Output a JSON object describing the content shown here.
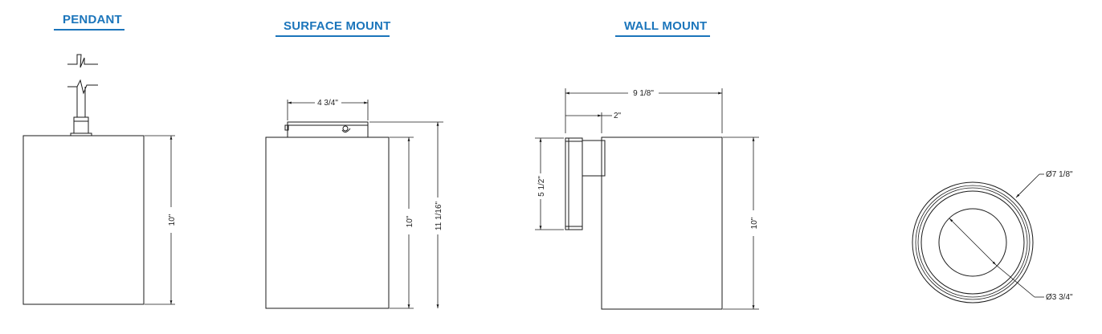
{
  "titles": {
    "pendant": "PENDANT",
    "surface_mount": "SURFACE MOUNT",
    "wall_mount": "WALL MOUNT"
  },
  "dimensions": {
    "pendant_height": "10\"",
    "surface_canopy_width": "4 3/4\"",
    "surface_body_height": "10\"",
    "surface_total_height": "11 1/16\"",
    "wall_total_depth": "9 1/8\"",
    "wall_arm_depth": "2\"",
    "wall_plate_height": "5 1/2\"",
    "wall_body_height": "10\"",
    "outer_diameter": "Ø7 1/8\"",
    "inner_diameter": "Ø3 3/4\""
  },
  "colors": {
    "title_blue": "#1b75bb",
    "line": "#1a1a1a"
  }
}
